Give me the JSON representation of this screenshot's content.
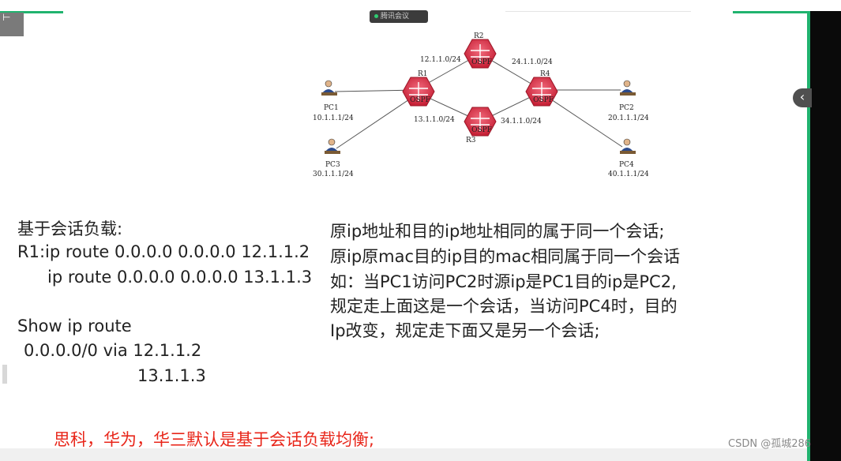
{
  "meeting": {
    "label": "腾讯会议"
  },
  "topology": {
    "routers": {
      "r1": "R1",
      "r2": "R2",
      "r3": "R3",
      "r4": "R4"
    },
    "router_badge": "OSPF",
    "links": {
      "r1_r2": "12.1.1.0/24",
      "r2_r4": "24.1.1.0/24",
      "r1_r3": "13.1.1.0/24",
      "r3_r4": "34.1.1.0/24"
    },
    "pcs": {
      "pc1": {
        "name": "PC1",
        "ip": "10.1.1.1/24"
      },
      "pc2": {
        "name": "PC2",
        "ip": "20.1.1.1/24"
      },
      "pc3": {
        "name": "PC3",
        "ip": "30.1.1.1/24"
      },
      "pc4": {
        "name": "PC4",
        "ip": "40.1.1.1/24"
      }
    }
  },
  "left_text": {
    "heading": "基于会话负载:",
    "route1": "R1:ip route 0.0.0.0 0.0.0.0 12.1.1.2",
    "route2": "ip route 0.0.0.0 0.0.0.0 13.1.1.3",
    "show_cmd": "Show ip route",
    "via": "0.0.0.0/0 via 12.1.1.2",
    "via2": "13.1.1.3"
  },
  "right_text": {
    "line1": "原ip地址和目的ip地址相同的属于同一个会话;",
    "line2": "原ip原mac目的ip目的mac相同属于同一个会话",
    "line3": "如：当PC1访问PC2时源ip是PC1目的ip是PC2,",
    "line4": "规定走上面这是一个会话，当访问PC4时，目的",
    "line5": "Ip改变，规定走下面又是另一个会话;"
  },
  "note": "思科，华为，华三默认是基于会话负载均衡;",
  "watermark": "CSDN @孤城286",
  "colors": {
    "accent_green": "#21b36f",
    "router_red": "#d9263d",
    "note_red": "#e8261a"
  }
}
